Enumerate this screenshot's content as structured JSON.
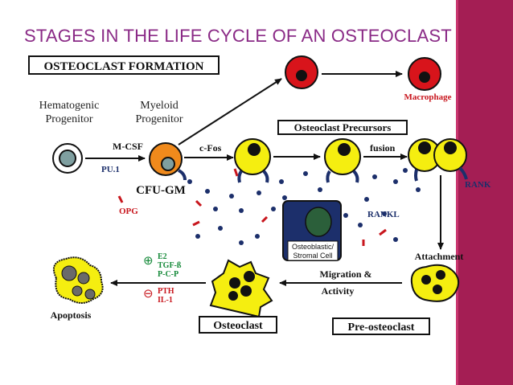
{
  "slide": {
    "title": "STAGES IN THE LIFE CYCLE OF AN OSTEOCLAST"
  },
  "diagram": {
    "header": "OSTEOCLAST FORMATION",
    "labels": {
      "hematogenic_line1": "Hematogenic",
      "hematogenic_line2": "Progenitor",
      "myeloid_line1": "Myeloid",
      "myeloid_line2": "Progenitor",
      "pu1": "PU.1",
      "mcsf": "M-CSF",
      "cfos": "c-Fos",
      "cfugm": "CFU-GM",
      "macrophage": "Macrophage",
      "precursors": "Osteoclast Precursors",
      "fusion": "fusion",
      "rank": "RANK",
      "rankl": "RANKL",
      "opg": "OPG",
      "stromal_line1": "Osteoblastic/",
      "stromal_line2": "Stromal Cell",
      "attachment": "Attachment",
      "migration_line1": "Migration &",
      "migration_line2": "Activity",
      "pre_osteoclast": "Pre-osteoclast",
      "osteoclast": "Osteoclast",
      "apoptosis": "Apoptosis",
      "plus_sign": "⊕",
      "minus_sign": "⊖",
      "plus_factors": [
        "E2",
        "TGF-ß",
        "P-C-P"
      ],
      "minus_factors": [
        "PTH",
        "IL-1"
      ]
    },
    "colors": {
      "accent_bar": "#a41e54",
      "title": "#8a2a86",
      "red_cell": "#d8141b",
      "yellow_cell": "#f5ee10",
      "orange_cell": "#f08a1c",
      "navy": "#1c2f6b",
      "label_red": "#c8161d",
      "label_blue": "#1c2f6b",
      "label_green": "#168a3a"
    }
  }
}
